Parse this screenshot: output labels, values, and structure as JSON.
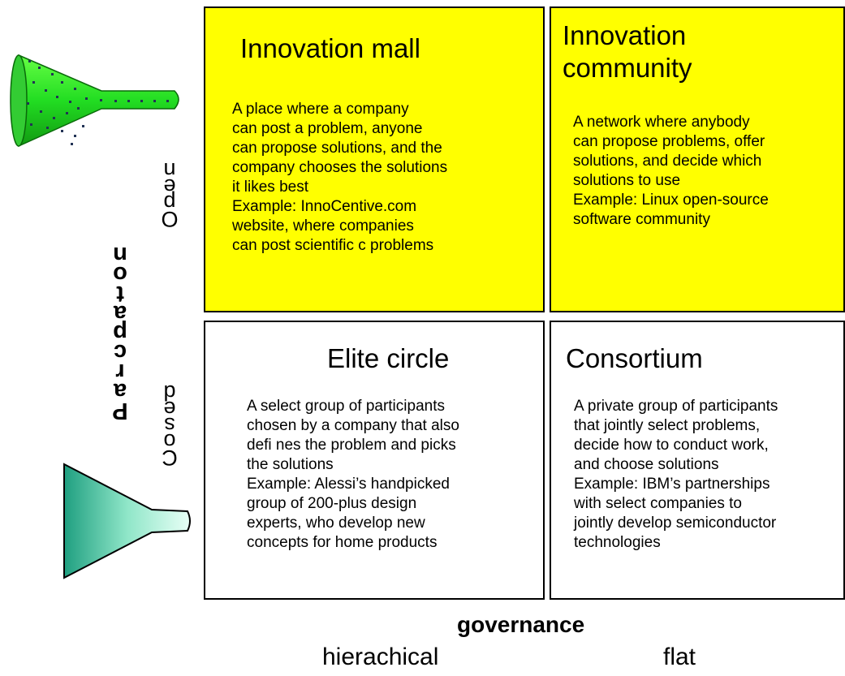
{
  "quadrants": {
    "top_left": {
      "title": "Innovation mall",
      "lines": [
        "A place where a company",
        "can post a problem, anyone",
        "can propose solutions, and the",
        "company chooses the solutions",
        "it likes best",
        "Example: InnoCentive.com",
        "website, where companies",
        "can post scientific c problems"
      ]
    },
    "top_right": {
      "title_lines": [
        "Innovation",
        "community"
      ],
      "lines": [
        "A network where anybody",
        "can propose problems, offer",
        "solutions, and decide which",
        "solutions to use",
        "Example: Linux open-source",
        "software community"
      ]
    },
    "bottom_left": {
      "title": "Elite circle",
      "lines": [
        "A select group of participants",
        "chosen by a company that also",
        "defi nes the problem and picks",
        "the solutions",
        "Example: Alessi’s handpicked",
        "group of 200-plus design",
        "experts, who develop new",
        "concepts for home products"
      ]
    },
    "bottom_right": {
      "title": "Consortium",
      "lines": [
        "A private group of participants",
        "that jointly select problems,",
        "decide how to conduct work,",
        "and choose solutions",
        "Example: IBM’s partnerships",
        "with select companies to",
        "jointly develop semiconductor",
        "technologies"
      ]
    }
  },
  "y_axis": {
    "title_letters": [
      "n",
      "o",
      "t",
      "a",
      "p",
      "c",
      "r",
      "a",
      "P"
    ],
    "top_letters": [
      "n",
      "e",
      "p",
      "O"
    ],
    "bottom_letters": [
      "d",
      "e",
      "s",
      "o",
      "C"
    ]
  },
  "x_axis": {
    "title": "governance",
    "left": "hierachical",
    "right": "flat"
  },
  "colors": {
    "quadrant_top": "#ffff00",
    "funnel_open": "#22dd22",
    "funnel_closed": "#2fbf99"
  },
  "icons": {
    "top": "open-funnel-icon",
    "bottom": "closed-funnel-icon"
  }
}
